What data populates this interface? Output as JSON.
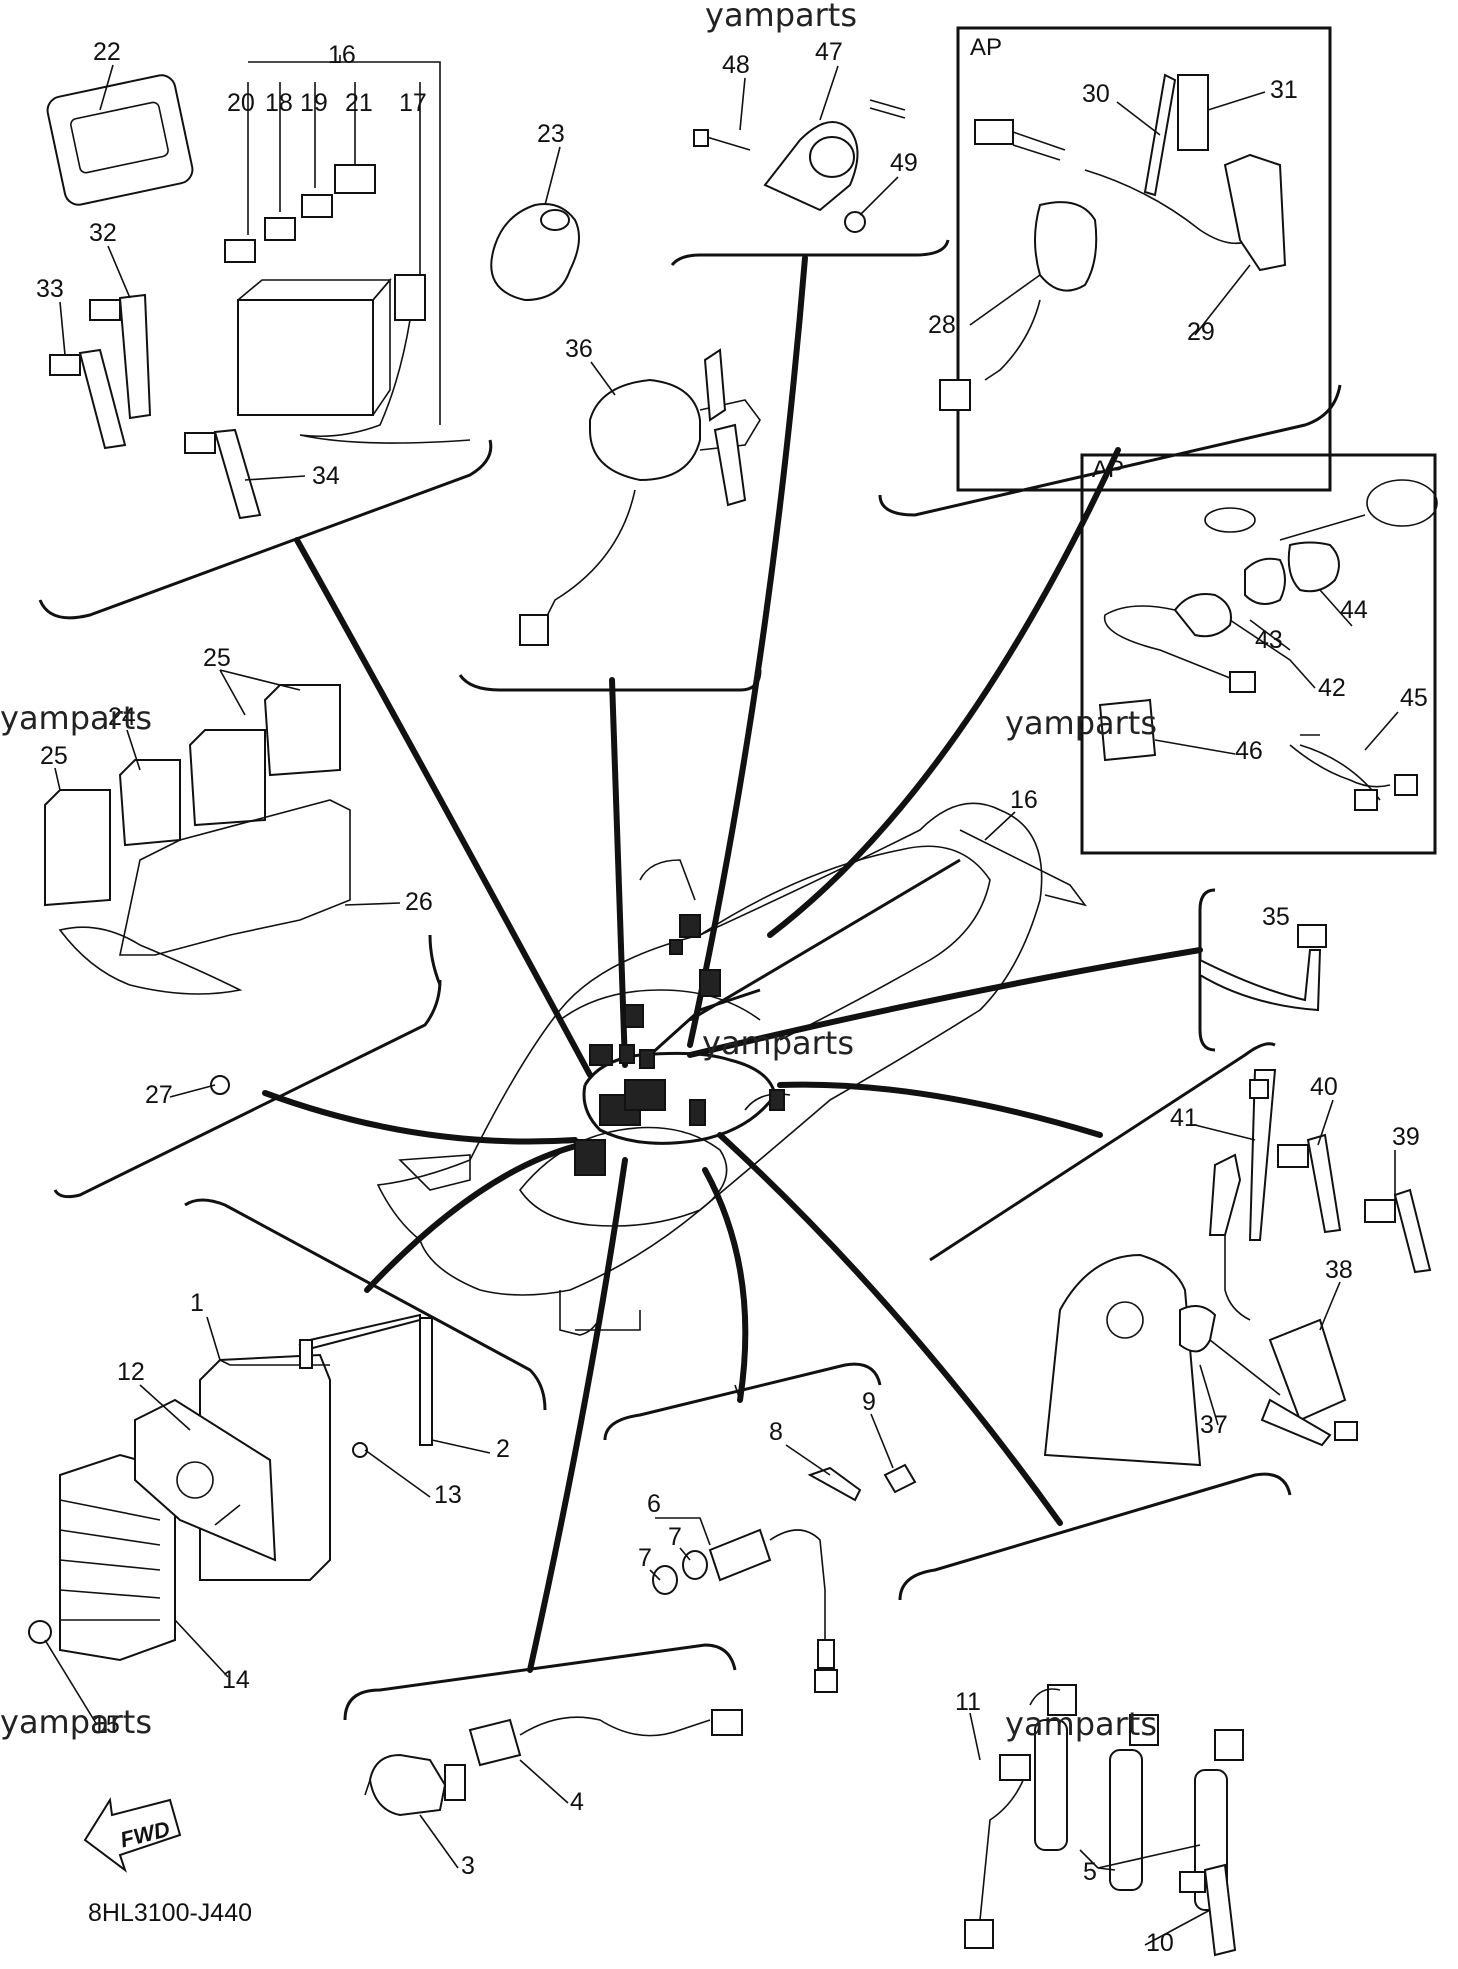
{
  "watermark": "yamparts",
  "diagram_code": "8HL3100-J440",
  "fwd_label": "FWD",
  "ap_label": "AP",
  "callouts": {
    "c1": "1",
    "c2": "2",
    "c3": "3",
    "c4": "4",
    "c5": "5",
    "c6": "6",
    "c7a": "7",
    "c7b": "7",
    "c8": "8",
    "c9": "9",
    "c10": "10",
    "c11": "11",
    "c12": "12",
    "c13": "13",
    "c14": "14",
    "c15": "15",
    "c16a": "16",
    "c16b": "16",
    "c17": "17",
    "c18": "18",
    "c19": "19",
    "c20": "20",
    "c21": "21",
    "c22": "22",
    "c23": "23",
    "c24": "24",
    "c25a": "25",
    "c25b": "25",
    "c26": "26",
    "c27": "27",
    "c28": "28",
    "c29": "29",
    "c30": "30",
    "c31": "31",
    "c32": "32",
    "c33": "33",
    "c34": "34",
    "c35": "35",
    "c36": "36",
    "c37": "37",
    "c38": "38",
    "c39": "39",
    "c40": "40",
    "c41": "41",
    "c42": "42",
    "c43": "43",
    "c44": "44",
    "c45": "45",
    "c46": "46",
    "c47": "47",
    "c48": "48",
    "c49": "49"
  }
}
